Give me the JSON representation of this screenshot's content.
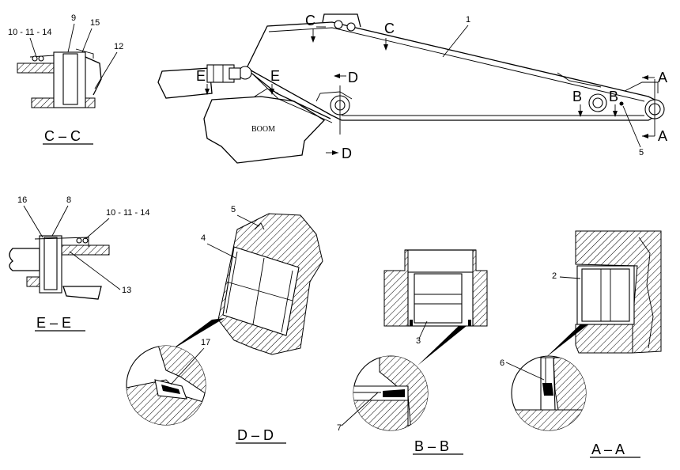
{
  "sections": {
    "cc": {
      "title": "C – C"
    },
    "ee": {
      "title": "E – E"
    },
    "dd": {
      "title": "D – D"
    },
    "bb": {
      "title": "B – B"
    },
    "aa": {
      "title": "A – A"
    }
  },
  "boom_label": "BOOM",
  "section_markers": {
    "a": "A",
    "b": "B",
    "c": "C",
    "d": "D",
    "e": "E"
  },
  "callouts": {
    "p1": "1",
    "p2": "2",
    "p3": "3",
    "p4": "4",
    "p5": "5",
    "p6": "6",
    "p7": "7",
    "p8": "8",
    "p9": "9",
    "p10_11_14": "10 - 11 - 14",
    "p12": "12",
    "p13": "13",
    "p15": "15",
    "p16": "16",
    "p17": "17"
  }
}
